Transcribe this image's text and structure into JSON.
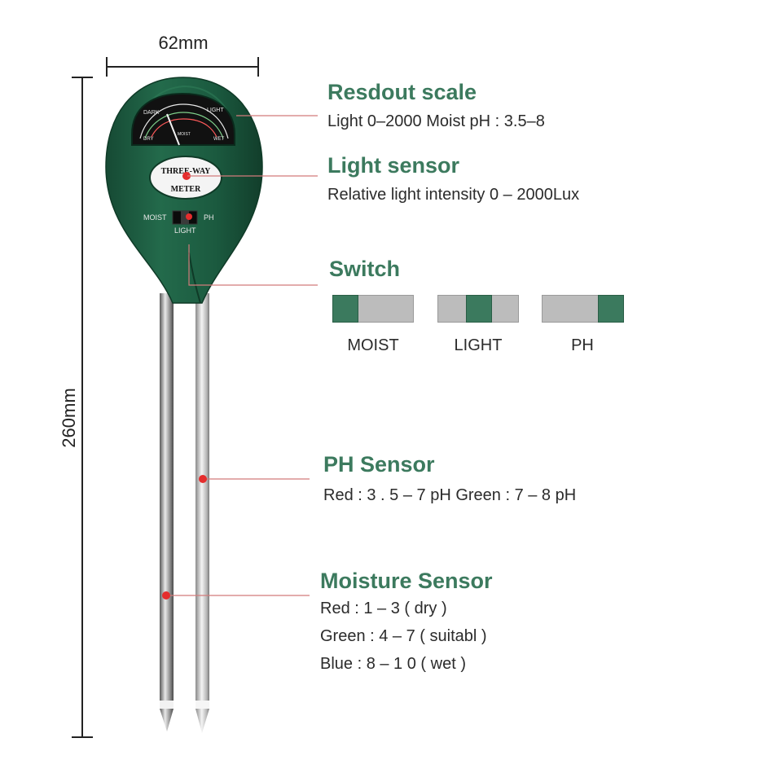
{
  "dimensions": {
    "width": "62mm",
    "height": "260mm"
  },
  "meter_face": {
    "dark_label": "DARK",
    "light_label": "LIGHT",
    "dry_label": "DRY",
    "wet_label": "WET",
    "moist_scale_label": "MOIST",
    "badge_top": "THREE-WAY",
    "badge_bottom": "METER",
    "switch_left": "MOIST",
    "switch_right": "PH",
    "switch_bottom": "LIGHT"
  },
  "sections": {
    "readout_scale": {
      "title": "Resdout scale",
      "desc": "Light 0–2000  Moist  pH : 3.5–8"
    },
    "light_sensor": {
      "title": "Light sensor",
      "desc": "Relative light intensity 0 – 2000Lux"
    },
    "switch": {
      "title": "Switch"
    },
    "ph_sensor": {
      "title": "PH Sensor",
      "desc": "Red : 3 . 5 – 7 pH  Green : 7 – 8 pH"
    },
    "moisture_sensor": {
      "title": "Moisture Sensor",
      "lines": [
        "Red : 1 – 3 ( dry )",
        "Green : 4 – 7 ( suitabl )",
        "Blue : 8 – 1 0 ( wet )"
      ]
    }
  },
  "switch_positions": [
    {
      "label": "MOIST",
      "knob": "left"
    },
    {
      "label": "LIGHT",
      "knob": "center"
    },
    {
      "label": "PH",
      "knob": "right"
    }
  ],
  "colors": {
    "brand_green": "#3b7a5e",
    "meter_body": "#1e5c42",
    "indicator_red": "#e52d2d",
    "leader_line": "#d27b7b"
  }
}
